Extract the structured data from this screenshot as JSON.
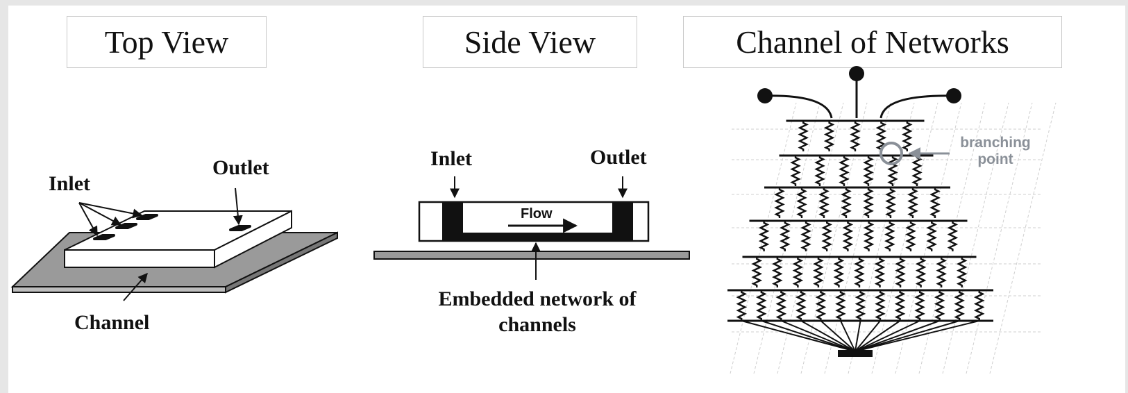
{
  "panels": {
    "top_view": {
      "title": "Top View",
      "labels": {
        "inlet": "Inlet",
        "outlet": "Outlet",
        "channel": "Channel"
      }
    },
    "side_view": {
      "title": "Side View",
      "labels": {
        "inlet": "Inlet",
        "outlet": "Outlet",
        "flow": "Flow",
        "embedded_line1": "Embedded network of",
        "embedded_line2": "channels"
      }
    },
    "network": {
      "title": "Channel of Networks",
      "labels": {
        "branching_line1": "branching",
        "branching_line2": "point"
      },
      "rows_channel_counts": [
        5,
        6,
        8,
        10,
        11,
        13
      ]
    }
  },
  "colors": {
    "background": "#e6e6e6",
    "title_border": "#c8c8c8",
    "channel_gray": "#9a9a9a",
    "annotation_gray": "#8a9098"
  }
}
